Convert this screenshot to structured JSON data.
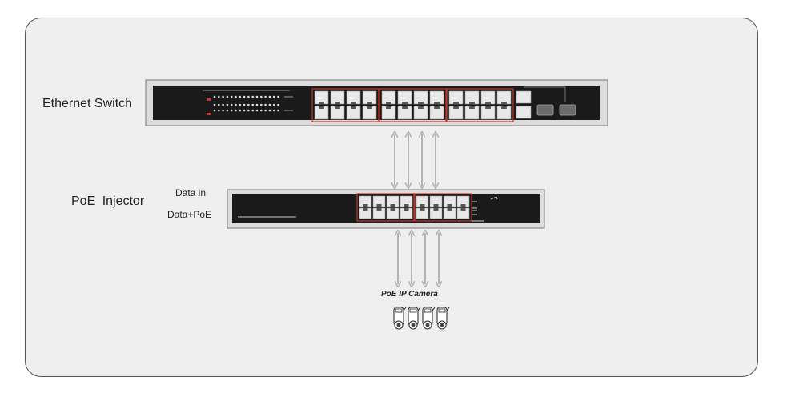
{
  "labels": {
    "switch": "Ethernet Switch",
    "injector": "PoE  Injector",
    "data_in": "Data  in",
    "data_poe": "Data+PoE",
    "camera": "PoE IP Camera"
  },
  "devices": {
    "switch": {
      "rj45_groups": 3,
      "ports_per_group": 8,
      "uplink_ports": 2,
      "sfp_slots": 2
    },
    "injector": {
      "rj45_groups": 2,
      "ports_per_group": 8
    },
    "cameras": {
      "count": 4
    }
  },
  "colors": {
    "panel_bg": "#efefef",
    "device_body": "#1a1a1a",
    "port_frame": "#c0392b",
    "arrow": "#b3b3b3"
  }
}
